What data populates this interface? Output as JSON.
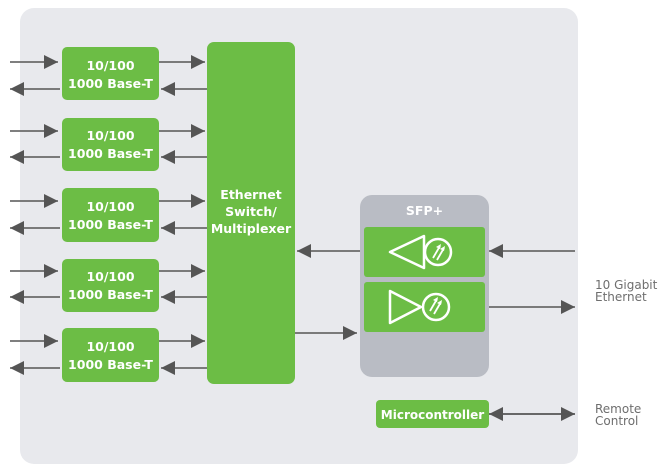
{
  "ports": [
    {
      "line1": "10/100",
      "line2": "1000 Base-T"
    },
    {
      "line1": "10/100",
      "line2": "1000 Base-T"
    },
    {
      "line1": "10/100",
      "line2": "1000 Base-T"
    },
    {
      "line1": "10/100",
      "line2": "1000 Base-T"
    },
    {
      "line1": "10/100",
      "line2": "1000 Base-T"
    }
  ],
  "switch": {
    "line1": "Ethernet",
    "line2": "Switch/",
    "line3": "Multiplexer"
  },
  "sfp": {
    "title": "SFP+"
  },
  "microcontroller": {
    "label": "Microcontroller"
  },
  "external": {
    "ten_gig": {
      "line1": "10 Gigabit",
      "line2": "Ethernet"
    },
    "remote": {
      "line1": "Remote",
      "line2": "Control"
    }
  },
  "colors": {
    "green": "#6cbd45",
    "panel": "#e8e9ed",
    "sfp_housing": "#b9bcc4",
    "line": "#555555",
    "text_dark": "#6e6e6e"
  }
}
